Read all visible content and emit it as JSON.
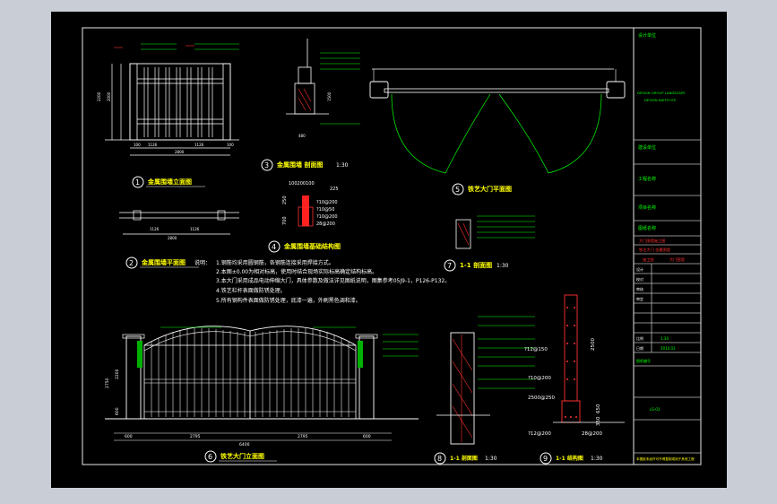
{
  "views": {
    "v1": {
      "num": "1",
      "title": "金属围墙立面图"
    },
    "v2": {
      "num": "2",
      "title": "金属围墙平面图"
    },
    "v3": {
      "num": "3",
      "title": "金属围墙  剖面图",
      "scale": "1:30"
    },
    "v4": {
      "num": "4",
      "title": "金属围墙基础结构图"
    },
    "v5": {
      "num": "5",
      "title": "铁艺大门平面图"
    },
    "v6": {
      "num": "6",
      "title": "铁艺大门立面图"
    },
    "v7": {
      "num": "7",
      "title": "1-1 剖面图",
      "scale": "1:30"
    },
    "v8": {
      "num": "8",
      "title": "1-1  剖面图",
      "scale": "1:30"
    },
    "v9": {
      "num": "9",
      "title": "1-1  结构图",
      "scale": "1:30"
    }
  },
  "dims": {
    "v1_total": "2800",
    "v1_seg1": "1126",
    "v1_seg2": "1126",
    "v1_seg3": "100",
    "v1_seg4": "100",
    "v1_h": "2200",
    "v1_h2": "2000",
    "v2_total": "2800",
    "v2_seg1": "1126",
    "v2_seg2": "1126",
    "v3_a": "480",
    "v3_b": "1500",
    "v4_top": "100200100",
    "v4_a": "225",
    "v4_left": "700",
    "v4_left2": "250",
    "v4_r1": "?10@200",
    "v4_r2": "?10@50",
    "v4_r3": "?10@200",
    "v4_r4": "28@200",
    "v6_total": "6400",
    "v6_a": "600",
    "v6_b": "2795",
    "v6_c": "2795",
    "v6_d": "600",
    "v6_h1": "2750",
    "v6_h2": "2200",
    "v6_h3": "600",
    "v9_h1": "2500",
    "v9_h2": "650",
    "v9_h3": "350",
    "v9_r1": "?12@150",
    "v9_r2": "?10@200",
    "v9_r3": "2500@250",
    "v9_r4": "?12@200",
    "v9_r5": "28@200"
  },
  "notes": {
    "label": "说明：",
    "n1": "1.钢筋均采用圆钢筋，各钢筋连接采用焊接方式。",
    "n2": "2.本图±0.00为相对标高，使用时结合现场实际标高确定结构标高。",
    "n3": "3.本大门采用成品电动伸缩大门，具体参数及做法详见图纸说明，图集参考05J9-1，P126-P132。",
    "n4": "4.铁艺栏杆表面做防锈处理。",
    "n5": "5.所有钢构件表面做防锈处理，底漆一遍，外刷黑色调和漆。"
  },
  "title_block": {
    "r1": "设计单位",
    "company_en": "DESIGN GROUP LANDSCAPE",
    "company_sub": "DESIGN INSTITUTE",
    "r3": "建设单位",
    "r4": "工程名称",
    "r5": "项目名称",
    "r6": "图纸名称",
    "proj1": "大门围墙施工图",
    "proj2": "铁艺大门  金属围墙",
    "proj3": "施工图",
    "proj4": "大门围墙",
    "row_a": "设计",
    "row_b": "校对",
    "row_c": "审核",
    "row_d": "审定",
    "row_e": "比例",
    "row_f": "日期",
    "val_e": "1:30",
    "val_f": "2010.03",
    "bottom1": "图纸编号",
    "bottom2": "LS-03",
    "footer": "本图纸未经许可不得复制或用于其他工程"
  }
}
